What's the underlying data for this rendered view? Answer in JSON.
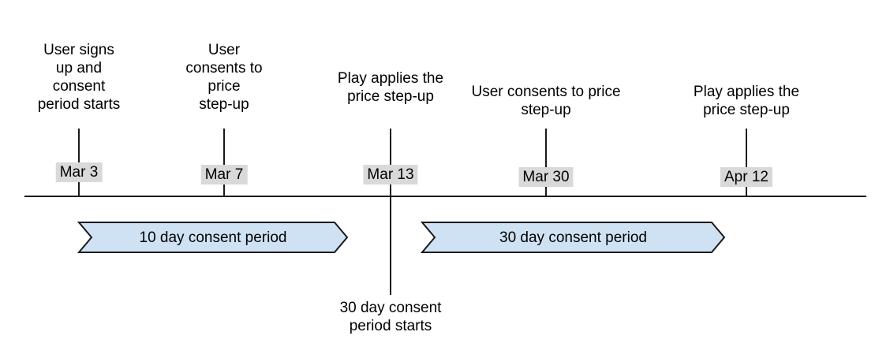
{
  "diagram": {
    "events": [
      {
        "date": "Mar 3",
        "label": "User signs\nup and\nconsent\nperiod starts"
      },
      {
        "date": "Mar 7",
        "label": "User\nconsents to\nprice\nstep-up"
      },
      {
        "date": "Mar 13",
        "label": "Play applies the\nprice step-up"
      },
      {
        "date": "Mar 30",
        "label": "User consents to price\nstep-up"
      },
      {
        "date": "Apr 12",
        "label": "Play applies the\nprice step-up"
      }
    ],
    "periods": [
      {
        "label": "10 day consent period"
      },
      {
        "label": "30 day consent period"
      }
    ],
    "note": "30 day consent\nperiod starts"
  },
  "colors": {
    "background": "#ffffff",
    "text": "#000000",
    "line": "#1a1a1a",
    "date_chip_bg": "#d9d9d9",
    "banner_fill": "#cfe2f3",
    "banner_border": "#1a1a1a"
  }
}
